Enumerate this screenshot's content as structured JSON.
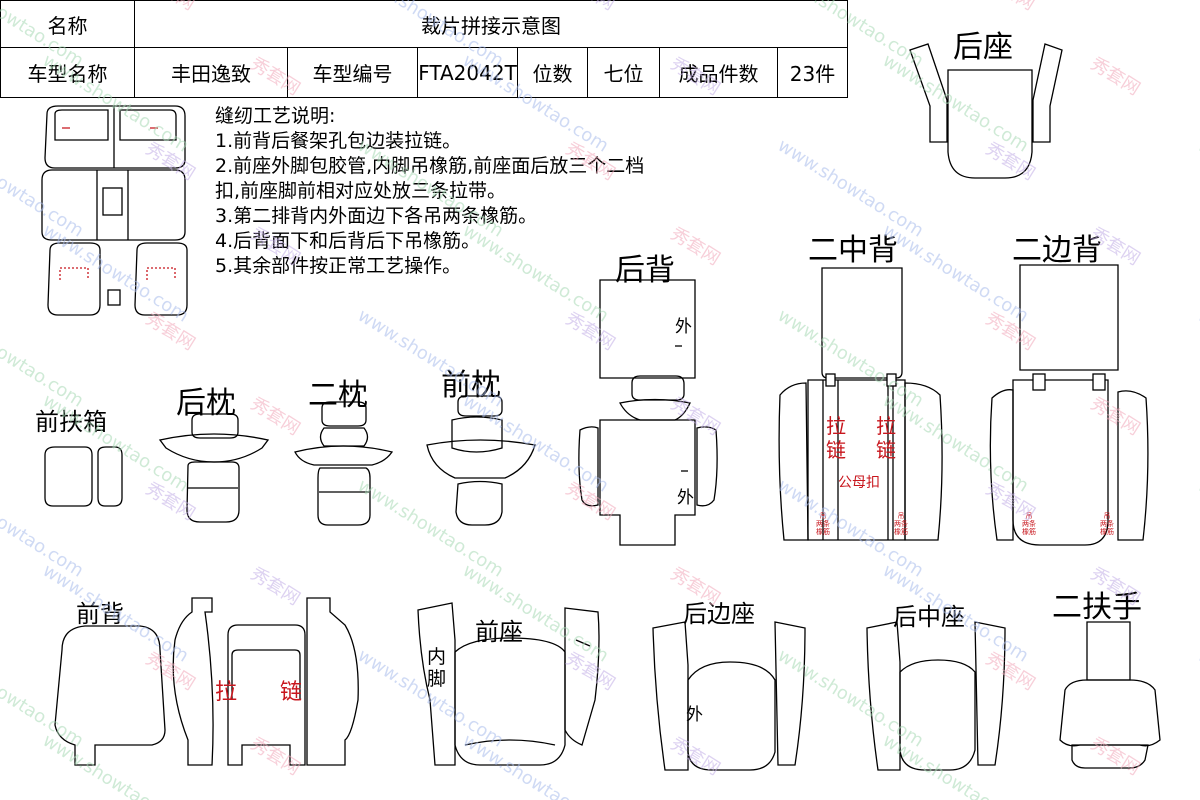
{
  "header": {
    "name_label": "名称",
    "title": "裁片拼接示意图",
    "model_name_label": "车型名称",
    "model_name": "丰田逸致",
    "model_code_label": "车型编号",
    "model_code": "FTA2042T",
    "seats_label": "位数",
    "seats": "七位",
    "pieces_label": "成品件数",
    "pieces": "23件"
  },
  "instructions": {
    "title": "缝纫工艺说明:",
    "lines": [
      "1.前背后餐架孔包边装拉链。",
      "2.前座外脚包胶管,内脚吊橡筋,前座面后放三个二档",
      "扣,前座脚前相对应处放三条拉带。",
      "3.第二排背内外面边下各吊两条橡筋。",
      "4.后背面下和后背后下吊橡筋。",
      "5.其余部件按正常工艺操作。"
    ]
  },
  "pieces": {
    "rear_seat": "后座",
    "rear_back": "后背",
    "second_middle_back": "二中背",
    "second_side_back": "二边背",
    "front_armbox": "前扶箱",
    "rear_headrest": "后枕",
    "second_headrest": "二枕",
    "front_headrest": "前枕",
    "front_back": "前背",
    "front_seat": "前座",
    "rear_side_seat": "后边座",
    "rear_middle_seat": "后中座",
    "second_armrest": "二扶手"
  },
  "marks": {
    "outer": "外",
    "inner_foot": "内脚",
    "zipper_top": "拉",
    "zipper_bottom": "链",
    "snap": "公母扣",
    "elastic": [
      "吊",
      "两条",
      "橡筋"
    ]
  },
  "colors": {
    "outline": "#000000",
    "annotation_red": "#c8161d"
  },
  "watermark": {
    "brand": "秀套网",
    "site": "www.showtao.com",
    "colors": [
      "#f2a9bb",
      "#a9bcec",
      "#c3aee6",
      "#a8d9b6"
    ]
  }
}
